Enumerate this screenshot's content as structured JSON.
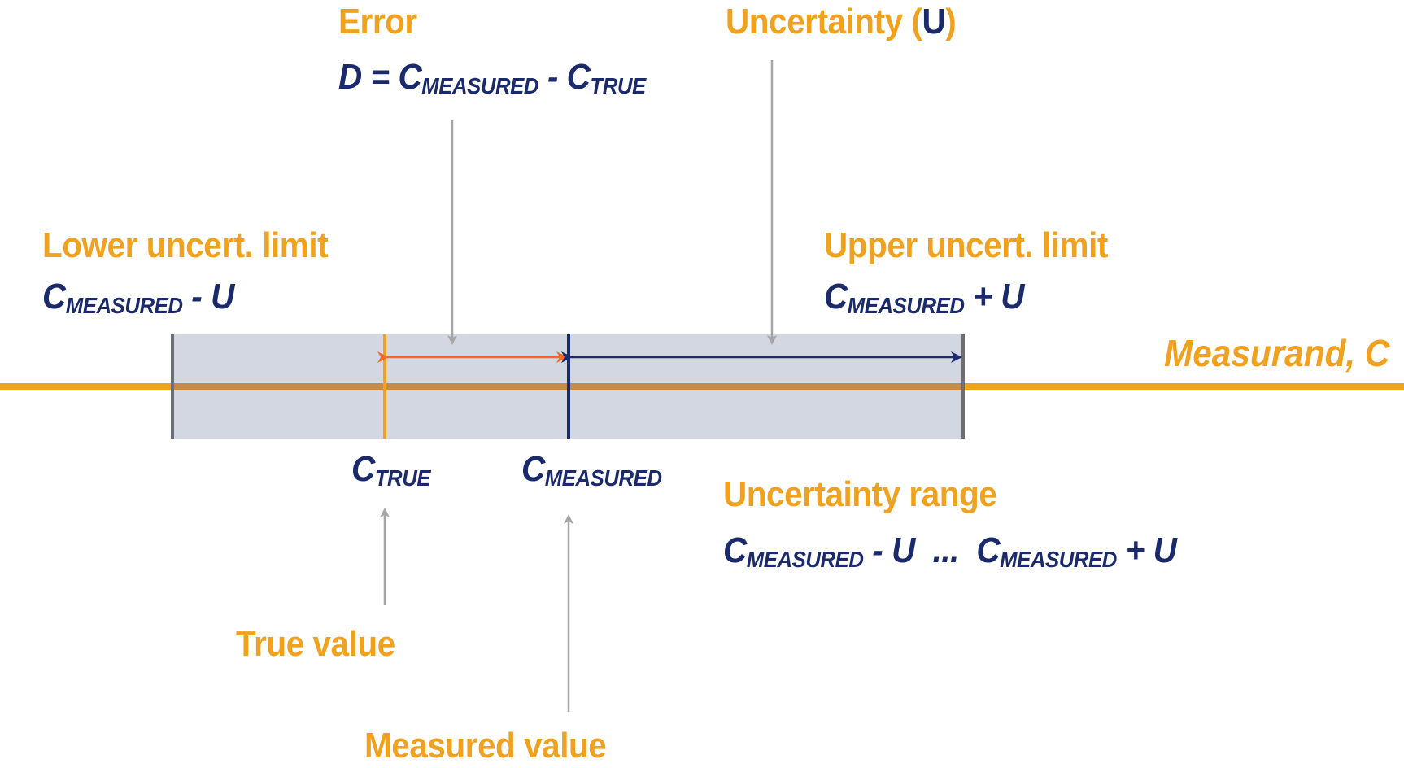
{
  "colors": {
    "orange": "#f0a21f",
    "navy": "#1b2a6b",
    "band_fill": "#d2d7e1",
    "axis_inside_band": "#c88a44",
    "error_arrow": "#f26a2a",
    "pointer_gray": "#a6a6a6"
  },
  "error": {
    "title": "Error",
    "formula_lhs": "D = C",
    "formula_sub1": "MEASURED",
    "formula_mid": " - C",
    "formula_sub2": "TRUE"
  },
  "uncertainty": {
    "title_prefix": "Uncertainty (",
    "title_symbol": "U",
    "title_suffix": ")"
  },
  "lower_limit": {
    "title": "Lower uncert. limit",
    "formula_c": "C",
    "formula_sub": "MEASURED",
    "formula_rest": " - U"
  },
  "upper_limit": {
    "title": "Upper uncert. limit",
    "formula_c": "C",
    "formula_sub": "MEASURED",
    "formula_rest": " + U"
  },
  "axis": {
    "label": "Measurand, C"
  },
  "c_true": {
    "c": "C",
    "sub": "TRUE"
  },
  "c_measured": {
    "c": "C",
    "sub": "MEASURED"
  },
  "range": {
    "title": "Uncertainty range",
    "c1": "C",
    "sub1": "MEASURED",
    "rest1": " - U  ...  C",
    "sub2": "MEASURED",
    "rest2": " + U"
  },
  "true_value": {
    "label": "True value"
  },
  "measured_value": {
    "label": "Measured value"
  }
}
